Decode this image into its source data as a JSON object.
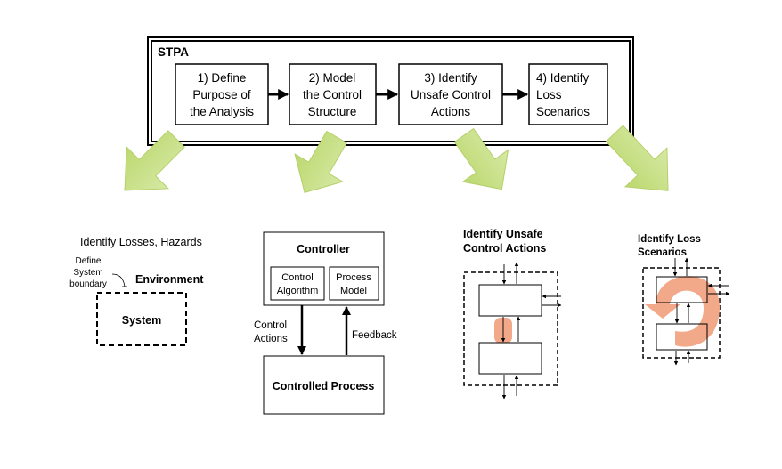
{
  "stpa": {
    "title": "STPA",
    "steps": [
      {
        "line1": "1) Define",
        "line2": "Purpose of",
        "line3": "the Analysis"
      },
      {
        "line1": "2) Model",
        "line2": "the Control",
        "line3": "Structure"
      },
      {
        "line1": "3) Identify",
        "line2": "Unsafe Control",
        "line3": "Actions"
      },
      {
        "line1": "4) Identify",
        "line2": "Loss",
        "line3": "Scenarios"
      }
    ]
  },
  "purpose_panel": {
    "title": "Identify Losses, Hazards",
    "note_line1": "Define",
    "note_line2": "System",
    "note_line3": "boundary",
    "environment": "Environment",
    "system": "System"
  },
  "control_panel": {
    "controller": "Controller",
    "algorithm_line1": "Control",
    "algorithm_line2": "Algorithm",
    "model_line1": "Process",
    "model_line2": "Model",
    "actions_line1": "Control",
    "actions_line2": "Actions",
    "feedback": "Feedback",
    "process": "Controlled Process"
  },
  "uca_panel": {
    "title_line1": "Identify Unsafe",
    "title_line2": "Control Actions"
  },
  "loss_panel": {
    "title_line1": "Identify Loss",
    "title_line2": "Scenarios"
  },
  "colors": {
    "arrow_fill": "#c9e08a",
    "highlight_fill": "#f2a98a"
  }
}
